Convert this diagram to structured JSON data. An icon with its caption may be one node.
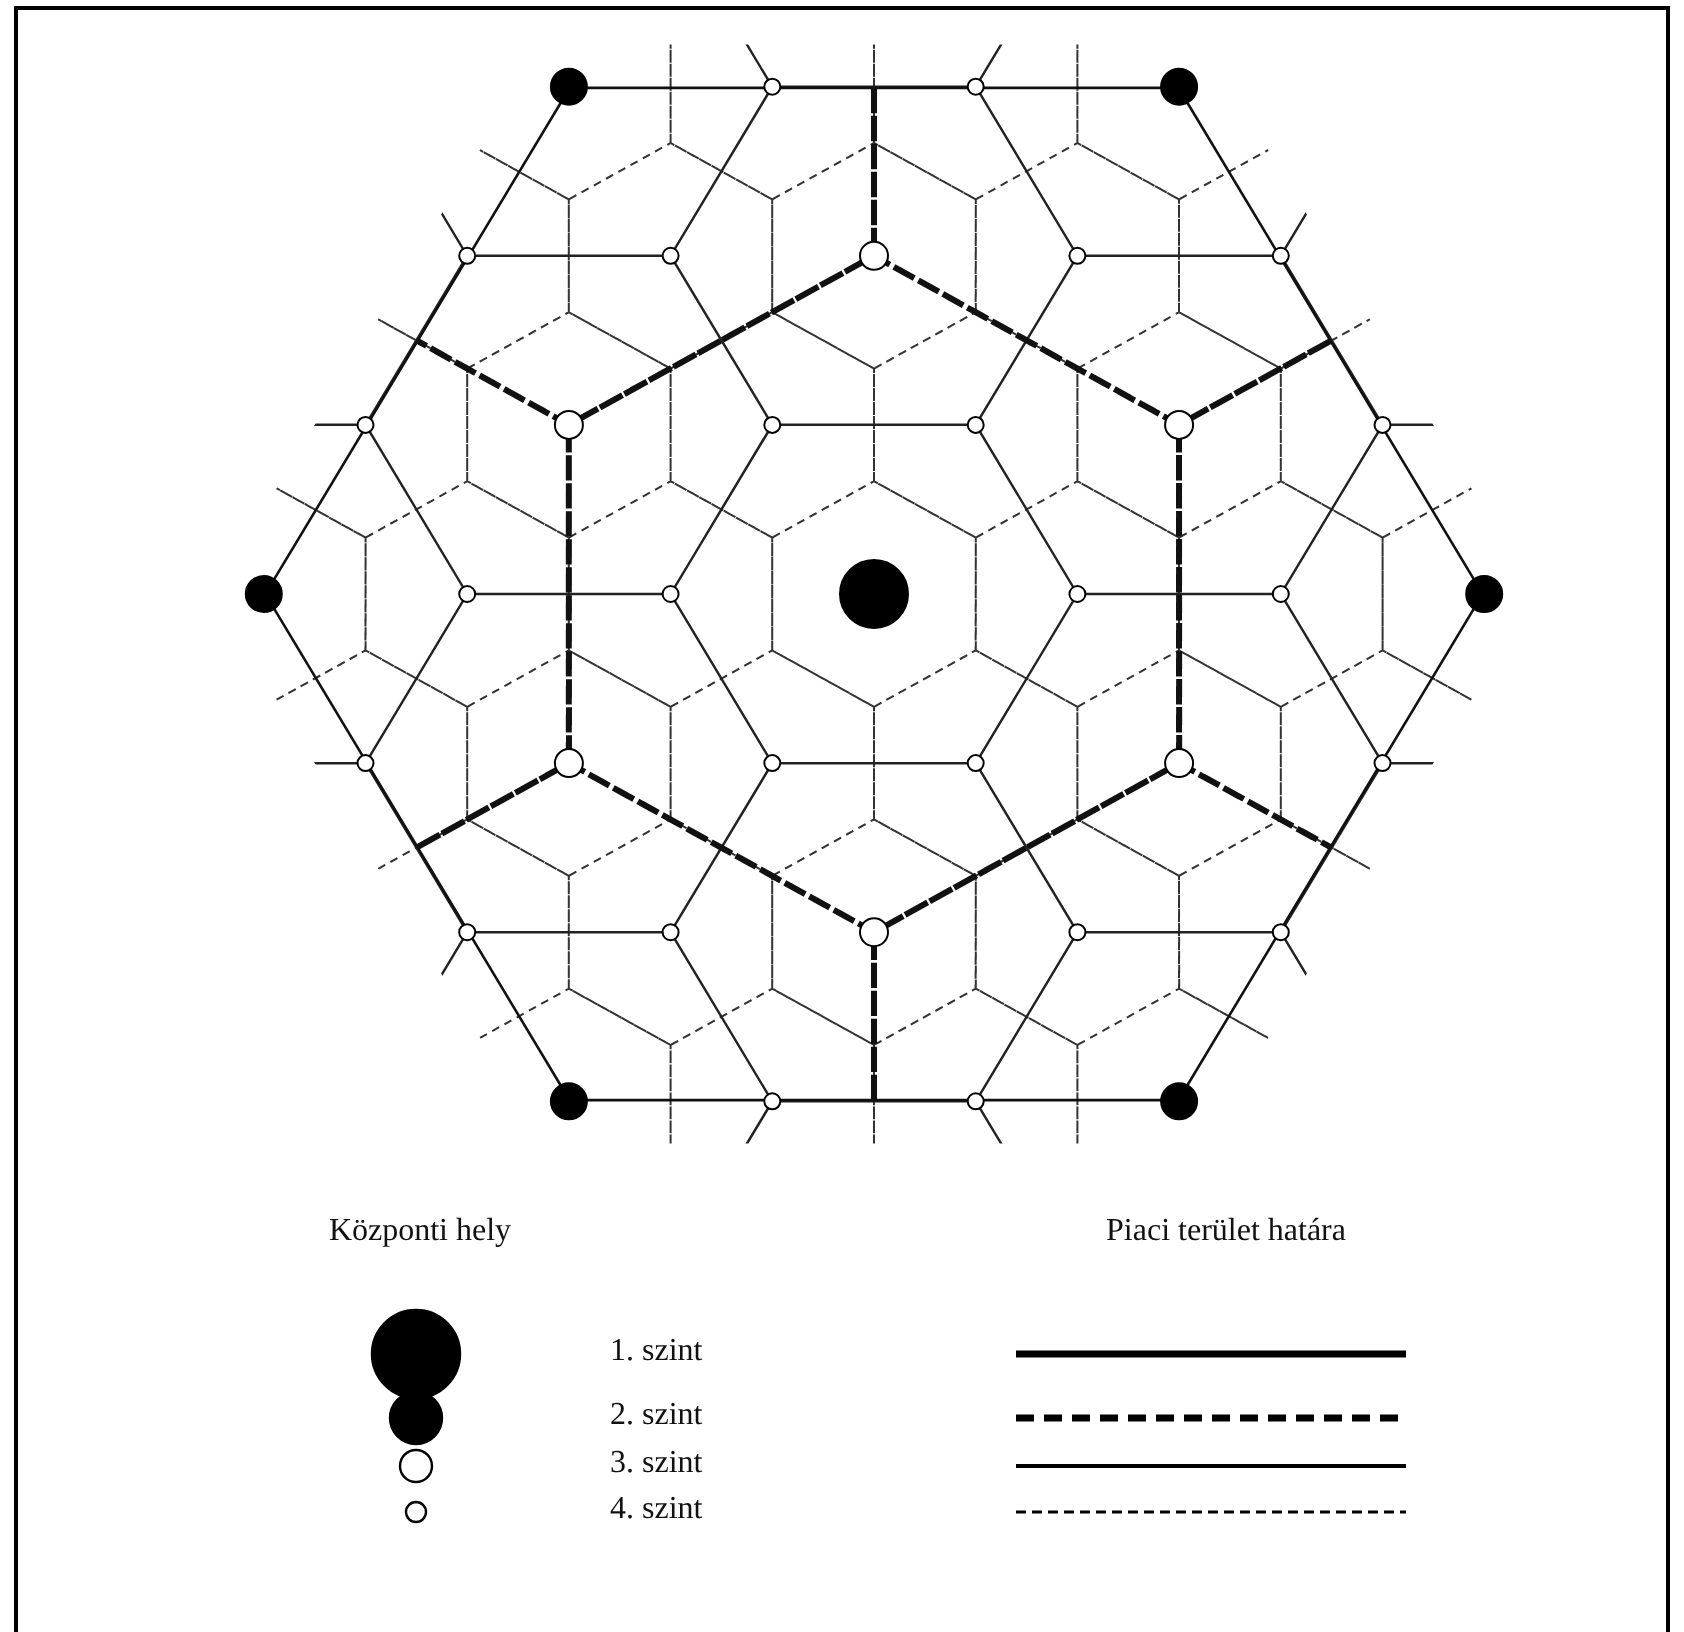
{
  "diagram": {
    "labels": [
      "Központi hely",
      "Piaci terület határa"
    ],
    "legend": [
      {
        "text": "1. szint"
      },
      {
        "text": "2. szint"
      },
      {
        "text": "3. szint"
      },
      {
        "text": "4. szint"
      }
    ]
  }
}
